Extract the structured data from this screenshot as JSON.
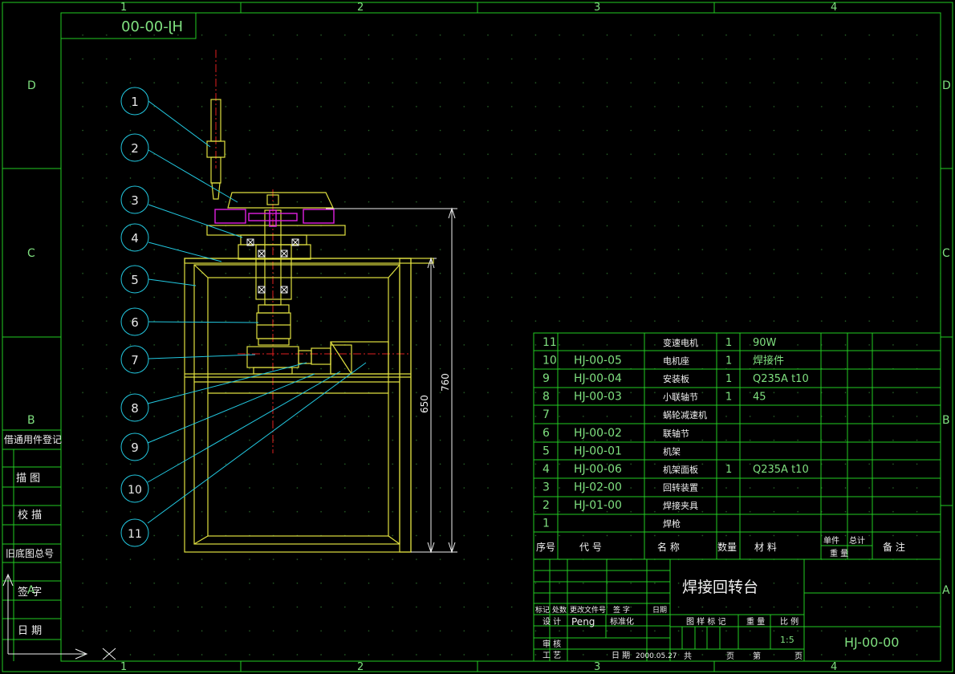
{
  "drawing_number_mirrored": "HJ-00-00",
  "zone_columns": [
    "1",
    "2",
    "3",
    "4"
  ],
  "zone_rows_left": [
    "D",
    "C",
    "B",
    "A"
  ],
  "zone_rows_right": [
    "D",
    "C",
    "B",
    "A"
  ],
  "left_strip": [
    "借通用件登记",
    "描 图",
    "校 描",
    "旧底图总号",
    "签 字",
    "日 期"
  ],
  "balloons": [
    "1",
    "2",
    "3",
    "4",
    "5",
    "6",
    "7",
    "8",
    "9",
    "10",
    "11"
  ],
  "dimensions": {
    "overall_height": "760",
    "frame_height": "650"
  },
  "bom": {
    "rows": [
      {
        "no": "11",
        "code": "",
        "name": "变速电机",
        "qty": "1",
        "material": "90W"
      },
      {
        "no": "10",
        "code": "HJ-00-05",
        "name": "电机座",
        "qty": "1",
        "material": "焊接件"
      },
      {
        "no": "9",
        "code": "HJ-00-04",
        "name": "安装板",
        "qty": "1",
        "material": "Q235A   t10"
      },
      {
        "no": "8",
        "code": "HJ-00-03",
        "name": "小联轴节",
        "qty": "1",
        "material": "45"
      },
      {
        "no": "7",
        "code": "",
        "name": "蜗轮减速机",
        "qty": "",
        "material": ""
      },
      {
        "no": "6",
        "code": "HJ-00-02",
        "name": "联轴节",
        "qty": "",
        "material": ""
      },
      {
        "no": "5",
        "code": "HJ-00-01",
        "name": "机架",
        "qty": "",
        "material": ""
      },
      {
        "no": "4",
        "code": "HJ-00-06",
        "name": "机架面板",
        "qty": "1",
        "material": "Q235A   t10"
      },
      {
        "no": "3",
        "code": "HJ-02-00",
        "name": "回转装置",
        "qty": "",
        "material": ""
      },
      {
        "no": "2",
        "code": "HJ-01-00",
        "name": "焊接夹具",
        "qty": "",
        "material": ""
      },
      {
        "no": "1",
        "code": "",
        "name": "焊枪",
        "qty": "",
        "material": ""
      }
    ],
    "header": {
      "no": "序号",
      "code": "代 号",
      "name": "名 称",
      "qty": "数量",
      "material": "材 料",
      "unit_weight": "单件",
      "total_weight": "总计",
      "weight": "重 量",
      "remark": "备 注"
    }
  },
  "title_block": {
    "title": "焊接回转台",
    "drawing_number": "HJ-00-00",
    "change_labels": [
      "标记",
      "处数",
      "更改文件号",
      "签 字",
      "日期"
    ],
    "designer_label": "设 计",
    "designer": "Peng",
    "standardization_label": "标准化",
    "review_label": "审 核",
    "process_label": "工 艺",
    "date_label": "日 期",
    "date": "2000.05.27",
    "stage_label": "图 样 标 记",
    "weight_label": "重 量",
    "scale_label": "比 例",
    "scale": "1:5",
    "total_label": "共",
    "sheet_label": "页",
    "page_label": "第",
    "page_unit": "页"
  },
  "colors": {
    "background": "#000000",
    "frame": "#22cc22",
    "part_lines": "#e0e040",
    "leaders": "#22c8e0",
    "center_lines": "#e02020",
    "motor": "#e020e0"
  }
}
